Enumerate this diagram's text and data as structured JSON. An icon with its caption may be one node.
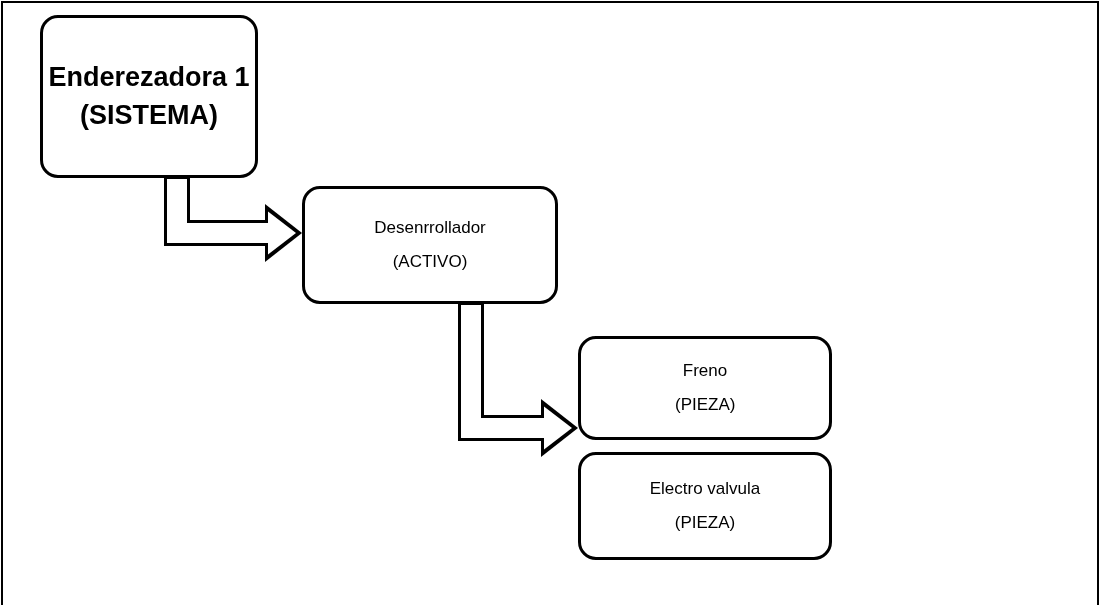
{
  "diagram": {
    "nodes": [
      {
        "text": [
          "Enderezadora 1 (SISTEMA)"
        ]
      },
      {
        "text": [
          "Desenrrollador (ACTIVO)"
        ]
      },
      {
        "text": [
          "Freno (PIEZA)"
        ]
      },
      {
        "text": [
          "Electro valvula (PIEZA)"
        ]
      }
    ],
    "edges": [
      {
        "from": 0,
        "to": 1,
        "arrow": "to"
      },
      {
        "from": 1,
        "to": 2,
        "arrow": "to"
      }
    ]
  }
}
